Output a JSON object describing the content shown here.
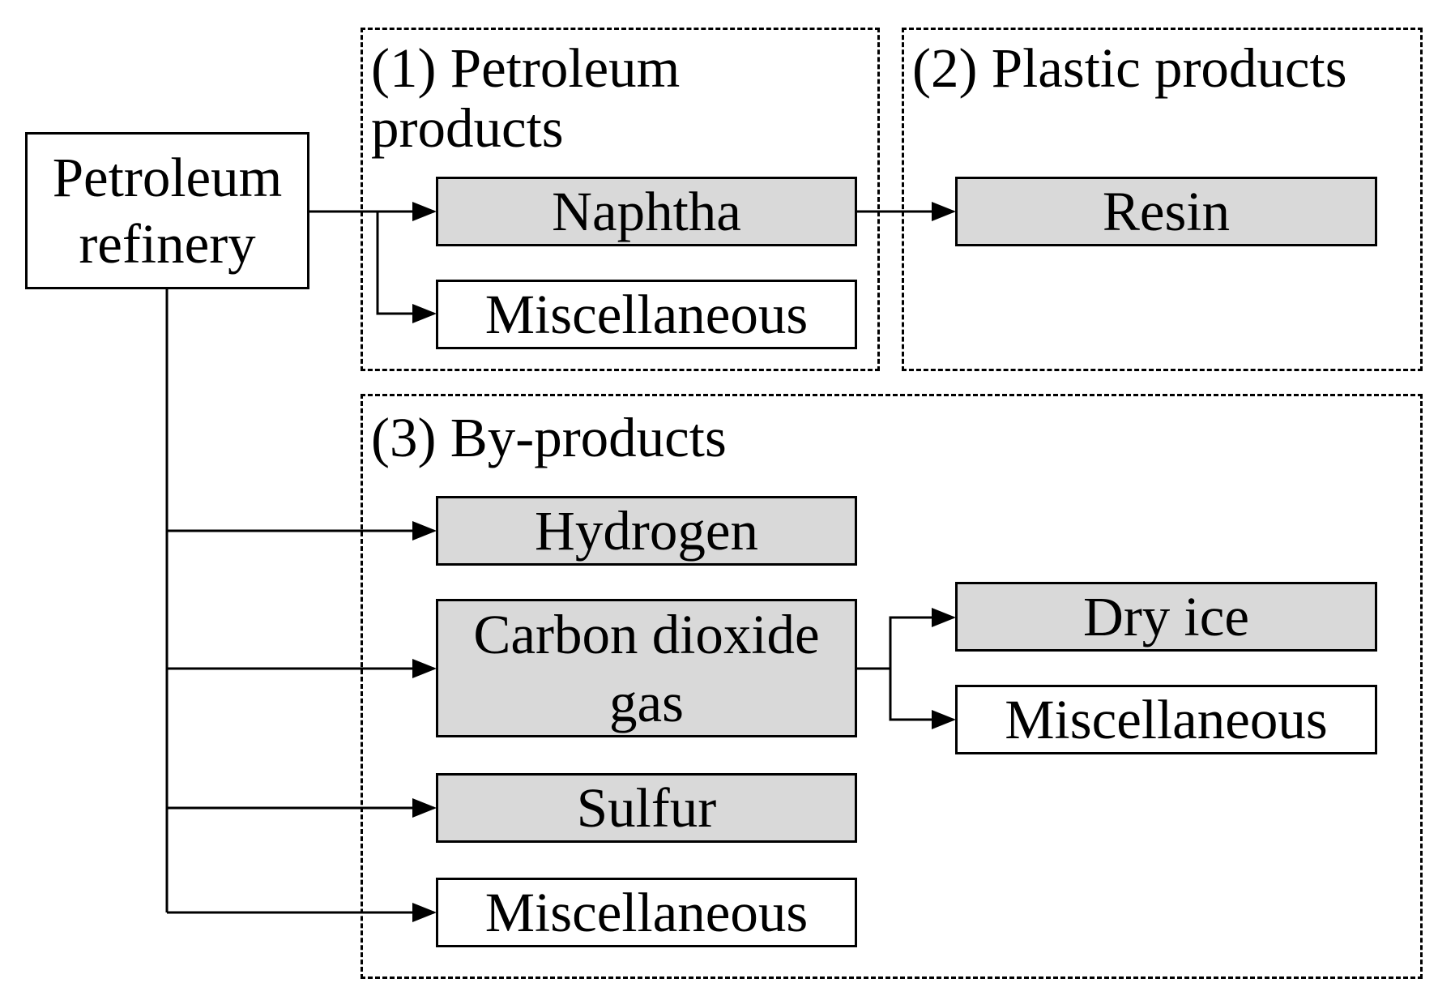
{
  "groups": {
    "petroleum_products": {
      "title_line1": "(1) Petroleum",
      "title_line2": "products"
    },
    "plastic_products": {
      "title": "(2) Plastic products"
    },
    "by_products": {
      "title": "(3) By-products"
    }
  },
  "nodes": {
    "refinery": {
      "line1": "Petroleum",
      "line2": "refinery"
    },
    "naphtha": "Naphtha",
    "misc_petroleum": "Miscellaneous",
    "resin": "Resin",
    "hydrogen": "Hydrogen",
    "co2": {
      "line1": "Carbon dioxide",
      "line2": "gas"
    },
    "dry_ice": "Dry ice",
    "misc_co2": "Miscellaneous",
    "sulfur": "Sulfur",
    "misc_by": "Miscellaneous"
  },
  "colors": {
    "shaded": "#d9d9d9",
    "plain": "#ffffff",
    "line": "#000000"
  }
}
